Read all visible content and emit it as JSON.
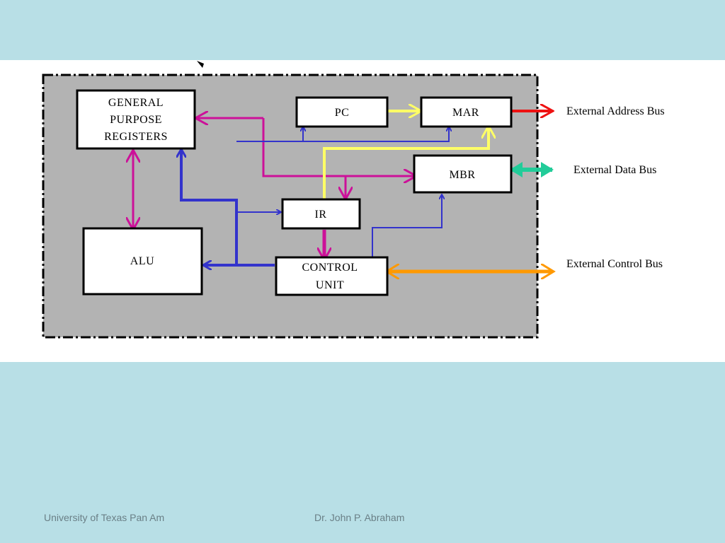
{
  "diagram": {
    "boxes": {
      "gpr": [
        "GENERAL",
        "PURPOSE",
        "REGISTERS"
      ],
      "pc": "PC",
      "mar": "MAR",
      "mbr": "MBR",
      "ir": "IR",
      "alu": "ALU",
      "cu": [
        "CONTROL",
        "UNIT"
      ]
    },
    "bus_labels": {
      "address": "External Address Bus",
      "data": "External Data Bus",
      "control": "External Control Bus"
    },
    "colors": {
      "panel": "#b3b3b3",
      "blue": "#3333cc",
      "magenta": "#cc1199",
      "yellow": "#ffff66",
      "red": "#ee1111",
      "teal": "#22cc99",
      "orange": "#ff9900"
    }
  },
  "footer": {
    "left": "University of Texas Pan Am",
    "center": "Dr. John P. Abraham"
  }
}
